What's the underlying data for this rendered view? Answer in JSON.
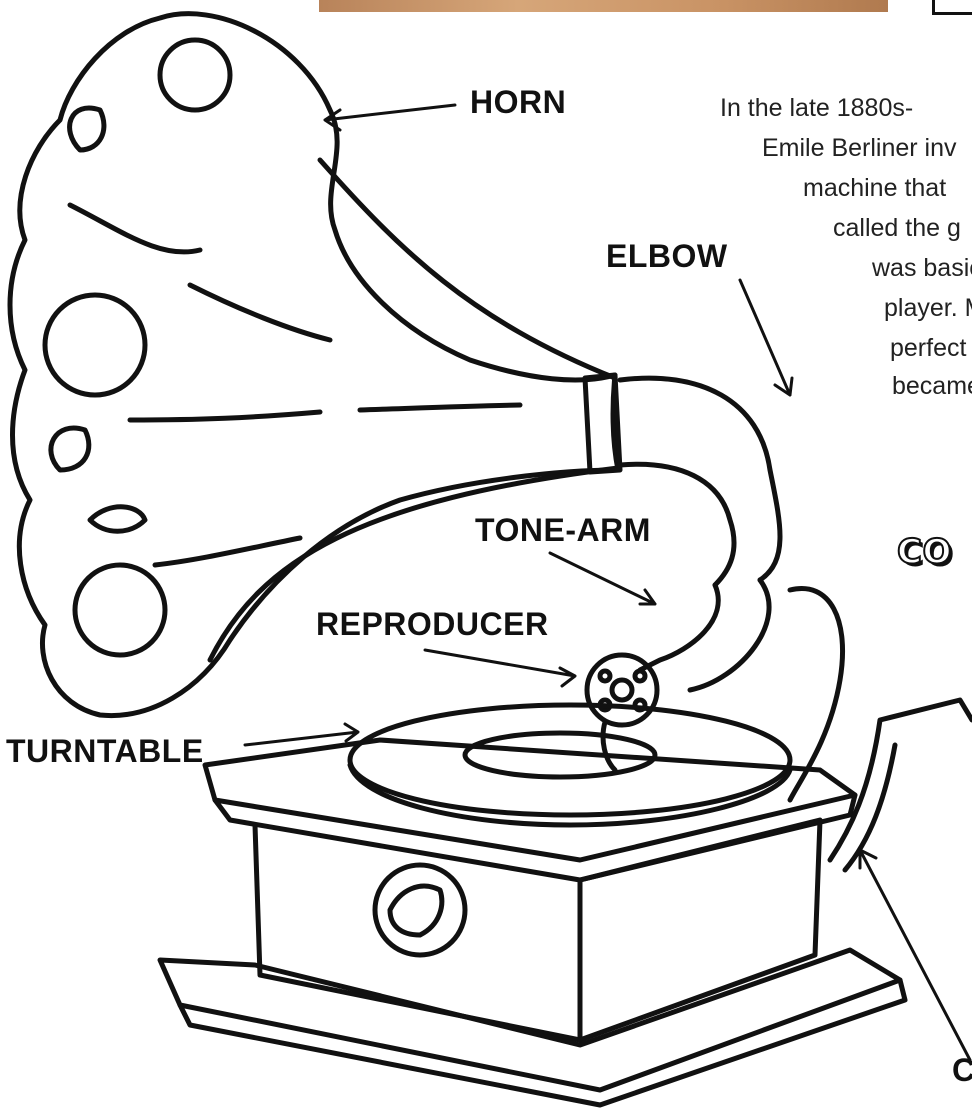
{
  "labels": {
    "horn": "HORN",
    "elbow": "ELBOW",
    "tone_arm": "TONE-ARM",
    "reproducer": "REPRODUCER",
    "turntable": "TURNTABLE",
    "crank_partial": "C",
    "section_heading_partial": "CO"
  },
  "paragraph_lines": [
    "In the late 1880s-",
    "Emile Berliner inv",
    "machine that",
    "called the g",
    "was basic",
    "player. M",
    "perfect",
    "became"
  ],
  "colors": {
    "ink": "#111111",
    "text": "#222222",
    "background": "#ffffff",
    "photo_strip": "#c99365"
  }
}
